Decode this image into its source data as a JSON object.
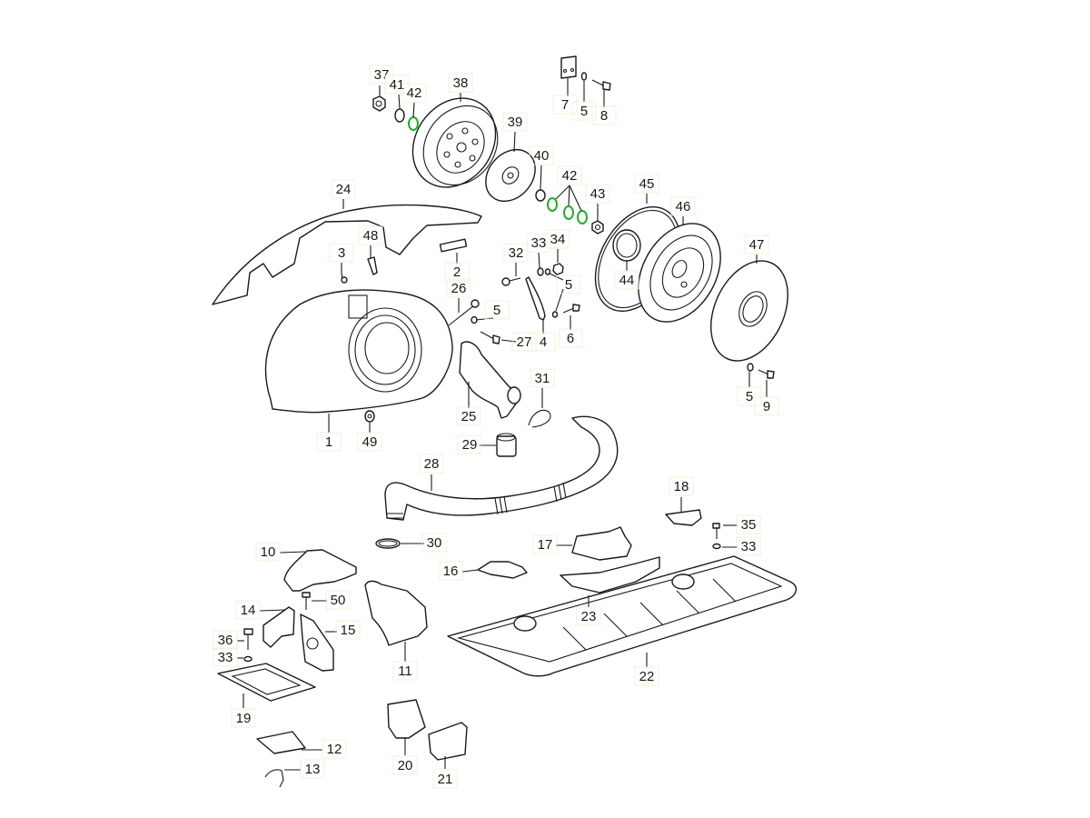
{
  "diagram": {
    "type": "exploded-parts-diagram",
    "highlight_color": "#1fae2a",
    "line_color": "#1a1a1a",
    "label_box_color": "#f6ecd2",
    "highlighted_part": "42",
    "labels": {
      "p1": "1",
      "p2": "2",
      "p3": "3",
      "p4": "4",
      "p5a": "5",
      "p5b": "5",
      "p5c": "5",
      "p5d": "5",
      "p6": "6",
      "p7": "7",
      "p8": "8",
      "p9": "9",
      "p10": "10",
      "p11": "11",
      "p12": "12",
      "p13": "13",
      "p14": "14",
      "p15": "15",
      "p16": "16",
      "p17": "17",
      "p18": "18",
      "p19": "19",
      "p20": "20",
      "p21": "21",
      "p22": "22",
      "p23": "23",
      "p24": "24",
      "p25": "25",
      "p26": "26",
      "p27": "27",
      "p28": "28",
      "p29": "29",
      "p30": "30",
      "p31": "31",
      "p32": "32",
      "p33a": "33",
      "p33b": "33",
      "p33c": "33",
      "p34": "34",
      "p35": "35",
      "p36": "36",
      "p37": "37",
      "p38": "38",
      "p39": "39",
      "p40": "40",
      "p41": "41",
      "p42a": "42",
      "p42b": "42",
      "p43": "43",
      "p44": "44",
      "p45": "45",
      "p46": "46",
      "p47": "47",
      "p48": "48",
      "p49": "49",
      "p50": "50"
    }
  }
}
